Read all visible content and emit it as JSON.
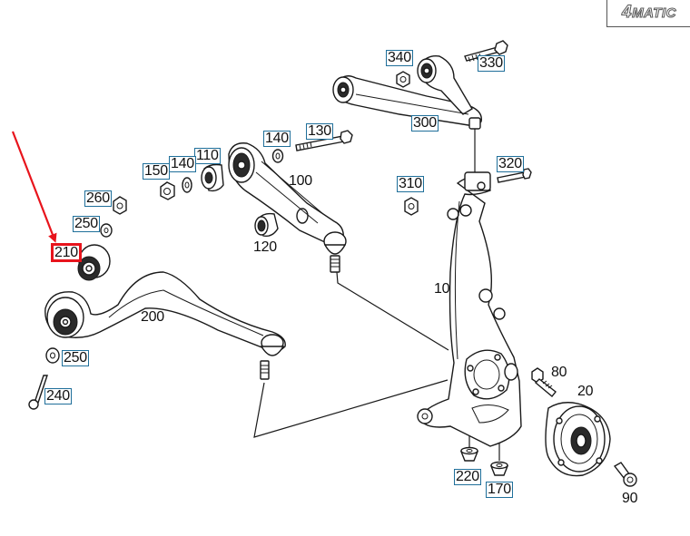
{
  "diagram": {
    "title": "Front axle suspension parts diagram",
    "logo": {
      "prefix": "4",
      "text": "MATIC"
    },
    "highlight_color": "#e8141c",
    "callout_border_color": "#1f6f9a",
    "highlighted_part": "210",
    "callouts": {
      "c340": "340",
      "c330": "330",
      "c300": "300",
      "c130": "130",
      "c140a": "140",
      "c110": "110",
      "c140b": "140",
      "c150": "150",
      "c100": "100",
      "c260": "260",
      "c250a": "250",
      "c210": "210",
      "c120": "120",
      "c200": "200",
      "c250b": "250",
      "c240": "240",
      "c310": "310",
      "c320": "320",
      "c10": "10",
      "c80": "80",
      "c20": "20",
      "c220": "220",
      "c170": "170",
      "c90": "90"
    }
  }
}
